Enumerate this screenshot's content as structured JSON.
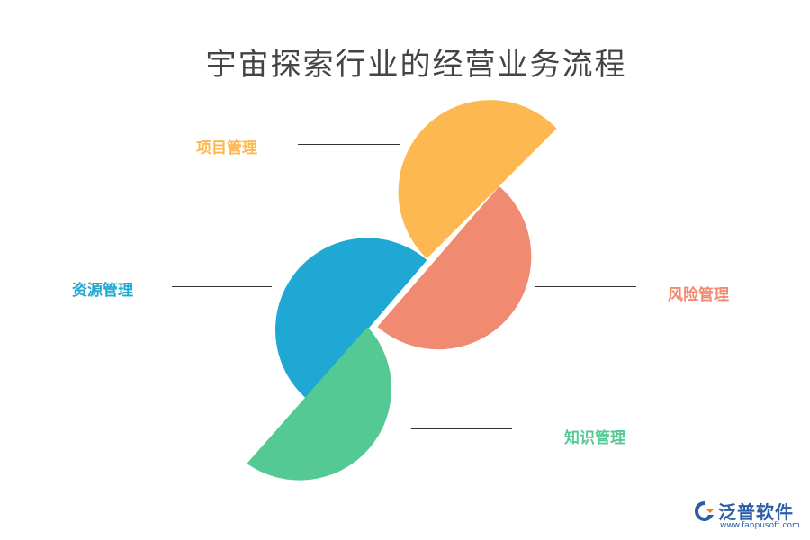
{
  "title": "宇宙探索行业的经营业务流程",
  "segments": [
    {
      "label": "项目管理",
      "color": "#FDB851"
    },
    {
      "label": "风险管理",
      "color": "#F08A71"
    },
    {
      "label": "资源管理",
      "color": "#1FA8D4"
    },
    {
      "label": "知识管理",
      "color": "#55C994"
    }
  ],
  "logo": {
    "name": "泛普软件",
    "url": "www.fanpusoft.com",
    "color": "#2c5ea8"
  }
}
